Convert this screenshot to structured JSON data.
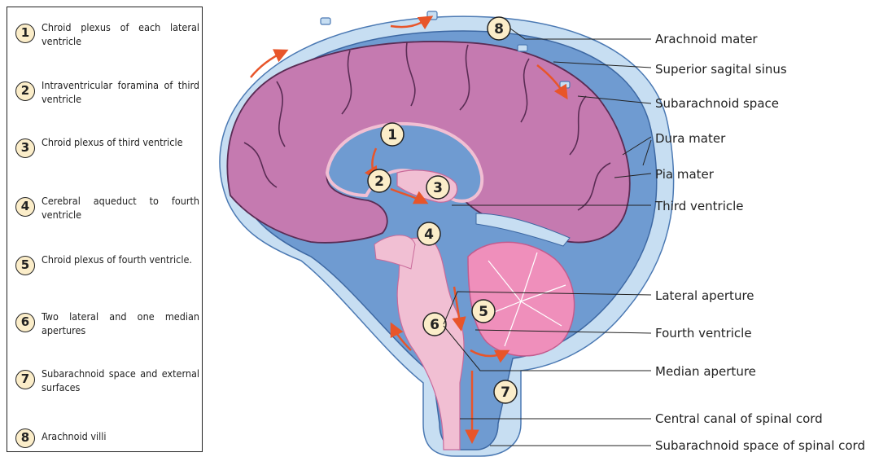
{
  "legend": [
    {
      "num": "1",
      "text": "Chroid plexus of each lateral ventricle"
    },
    {
      "num": "2",
      "text": "Intraventricular foramina of third ventricle"
    },
    {
      "num": "3",
      "text": "Chroid plexus of third ventricle"
    },
    {
      "num": "4",
      "text": "Cerebral aqueduct to fourth ventricle"
    },
    {
      "num": "5",
      "text": "Chroid plexus of fourth ventricle."
    },
    {
      "num": "6",
      "text": "Two lateral and one median apertures"
    },
    {
      "num": "7",
      "text": "Subarachnoid space and external surfaces"
    },
    {
      "num": "8",
      "text": "Arachnoid villi"
    }
  ],
  "labels": {
    "arachnoid_mater": "Arachnoid mater",
    "superior_sagital_sinus": "Superior sagital sinus",
    "subarachnoid_space": "Subarachnoid space",
    "dura_mater": "Dura mater",
    "pia_mater": "Pia mater",
    "third_ventricle": "Third ventricle",
    "lateral_aperture": "Lateral aperture",
    "fourth_ventricle": "Fourth ventricle",
    "median_aperture": "Median aperture",
    "central_canal": "Central canal of spinal cord",
    "subarachnoid_spinal": "Subarachnoid space of spinal cord"
  },
  "markers": [
    "1",
    "2",
    "3",
    "4",
    "5",
    "6",
    "7",
    "8"
  ],
  "colors": {
    "outer_space": "#c7def2",
    "csf": "#6f9bd1",
    "brain": "#c57ab0",
    "cord": "#f1bfd3",
    "cerebellum": "#ef8fbb",
    "flow_arrow": "#e8552a",
    "marker_fill": "#fbedc9"
  }
}
